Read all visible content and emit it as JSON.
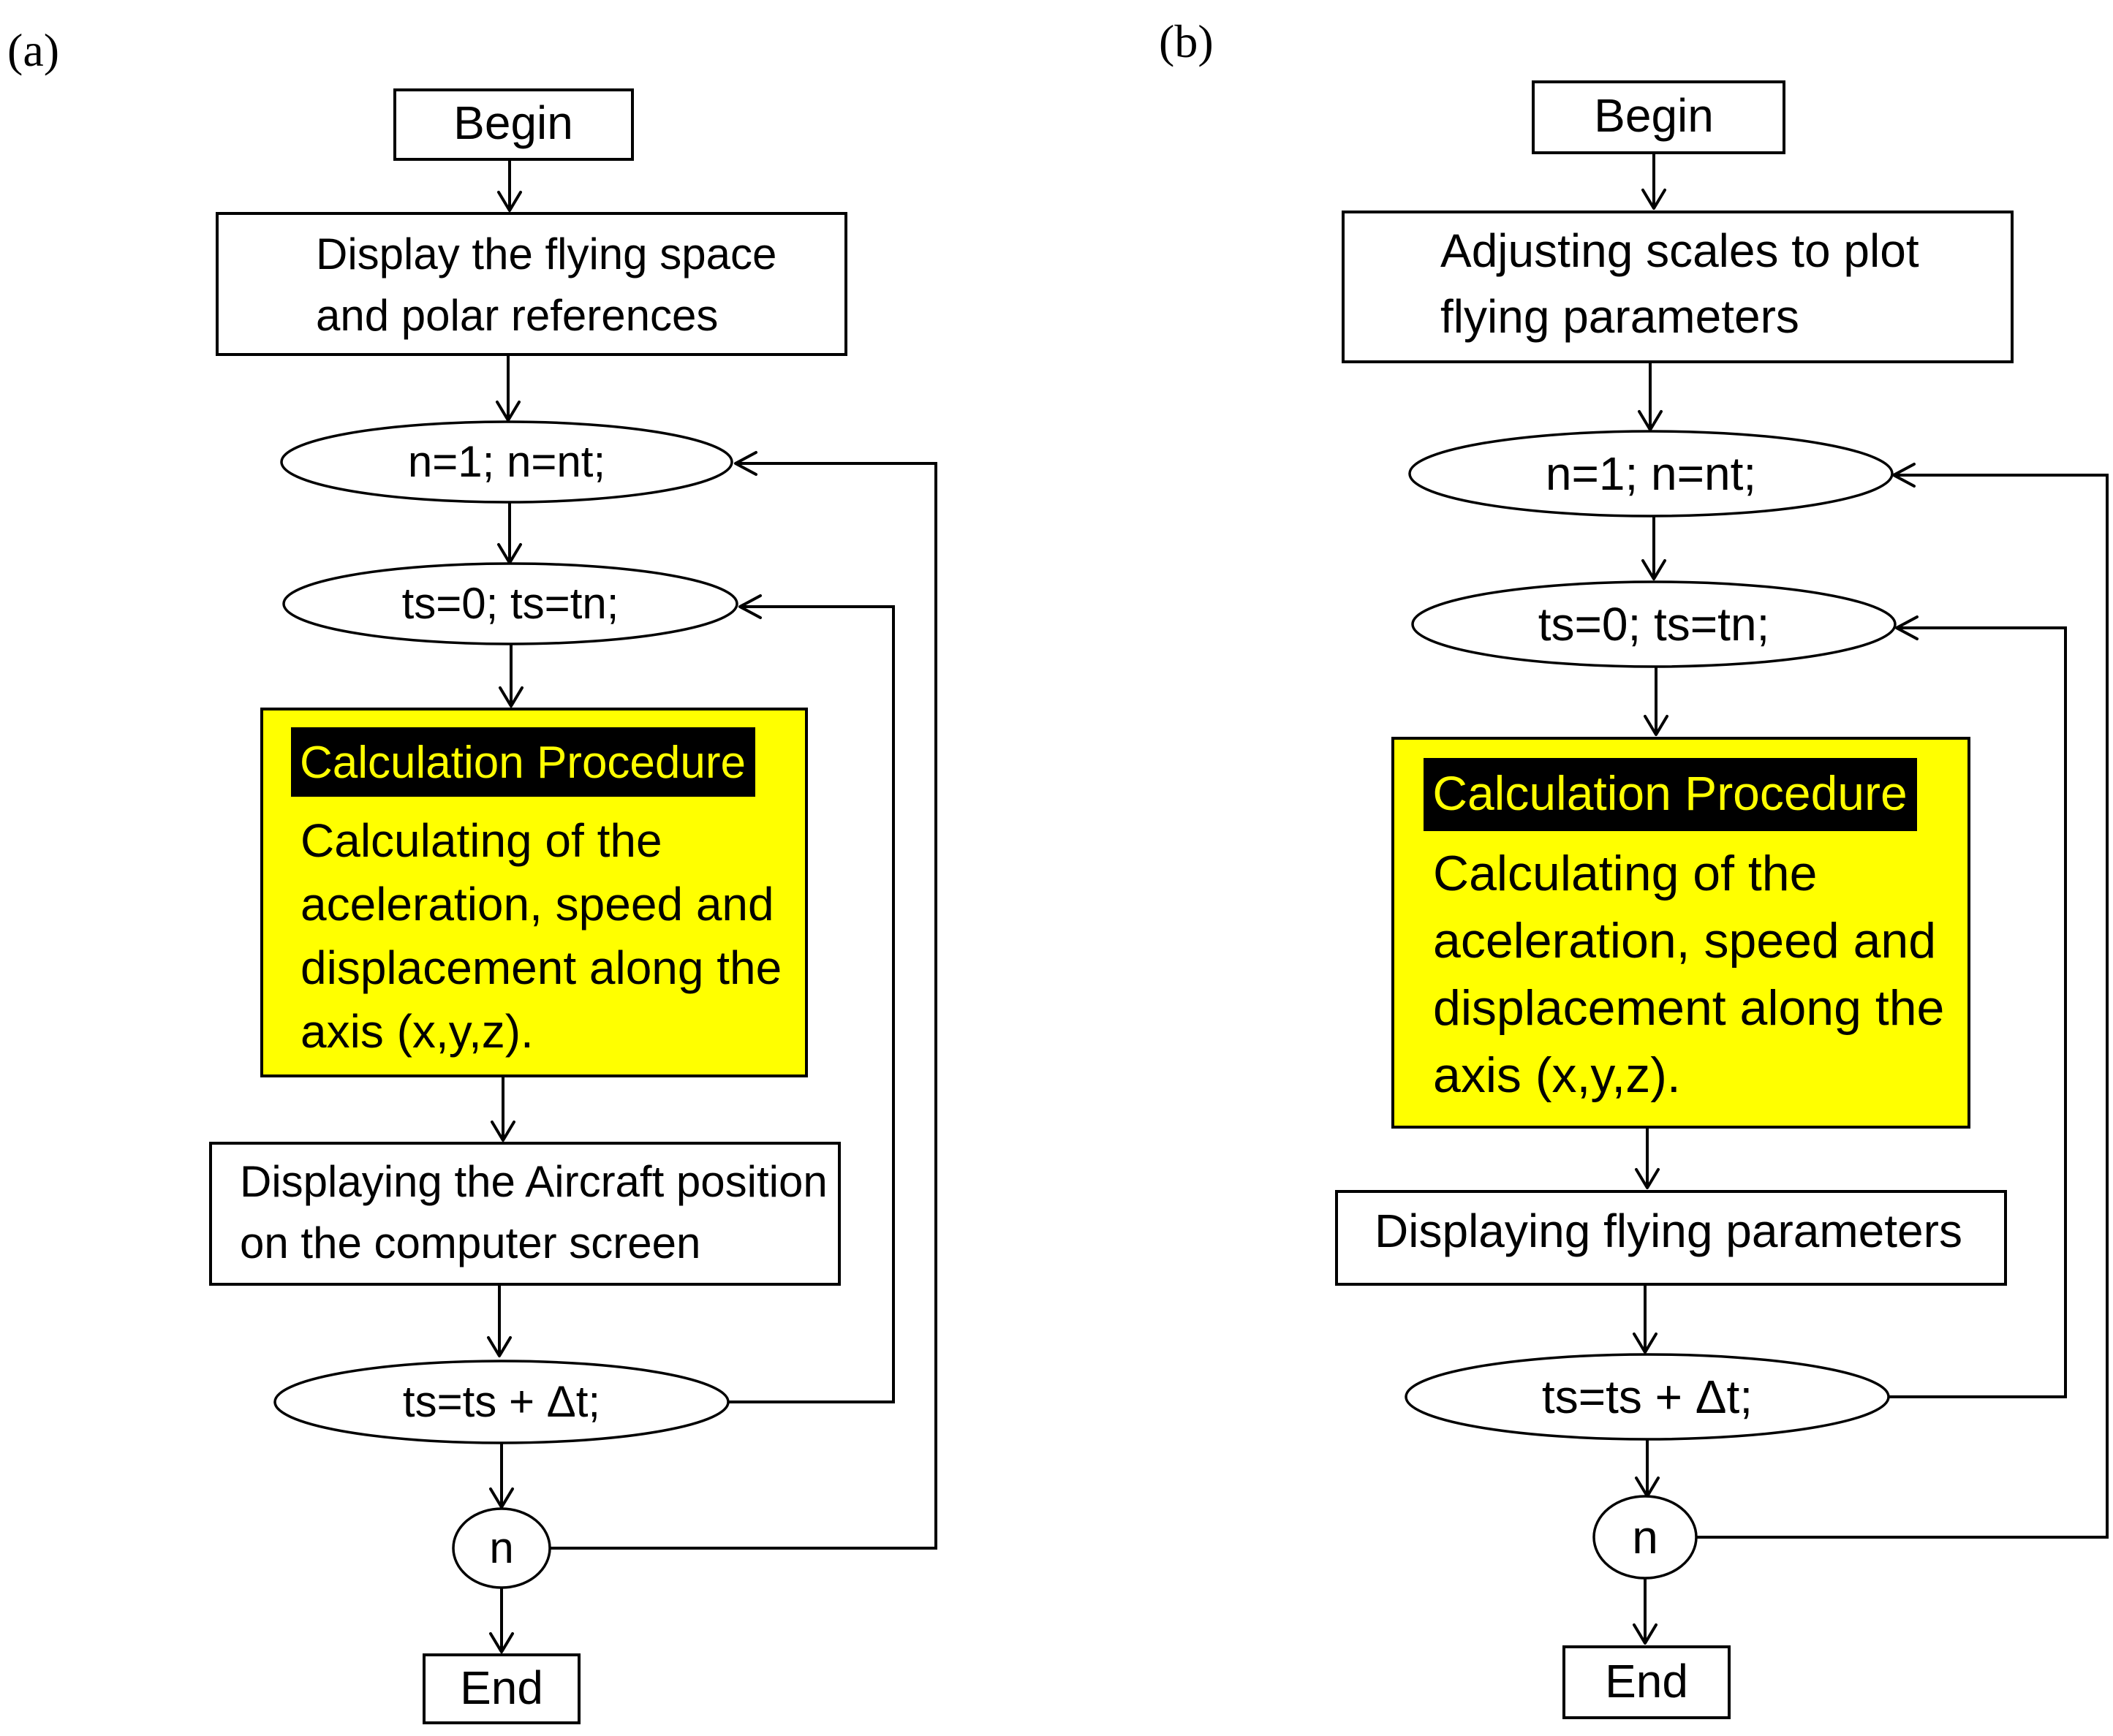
{
  "figure": {
    "panel_a": {
      "label": "(a)",
      "begin": "Begin",
      "step1": [
        "Display the flying space",
        "and polar references"
      ],
      "loop_n": "n=1;  n=nt;",
      "loop_ts": "ts=0;  ts=tn;",
      "calc_header": "Calculation Procedure",
      "calc_body": [
        "Calculating of the",
        "aceleration, speed and",
        "displacement along the",
        "axis (x,y,z)."
      ],
      "step2": [
        "Displaying the Aircraft position",
        "on the computer screen"
      ],
      "increment": "ts=ts + Δt;",
      "check": "n",
      "end": "End"
    },
    "panel_b": {
      "label": "(b)",
      "begin": "Begin",
      "step1": [
        "Adjusting scales to plot",
        "flying parameters"
      ],
      "loop_n": "n=1;  n=nt;",
      "loop_ts": "ts=0;  ts=tn;",
      "calc_header": "Calculation Procedure",
      "calc_body": [
        "Calculating of the",
        "aceleration, speed and",
        "displacement along the",
        "axis (x,y,z)."
      ],
      "step2": [
        "Displaying flying parameters"
      ],
      "increment": "ts=ts + Δt;",
      "check": "n",
      "end": "End"
    }
  }
}
